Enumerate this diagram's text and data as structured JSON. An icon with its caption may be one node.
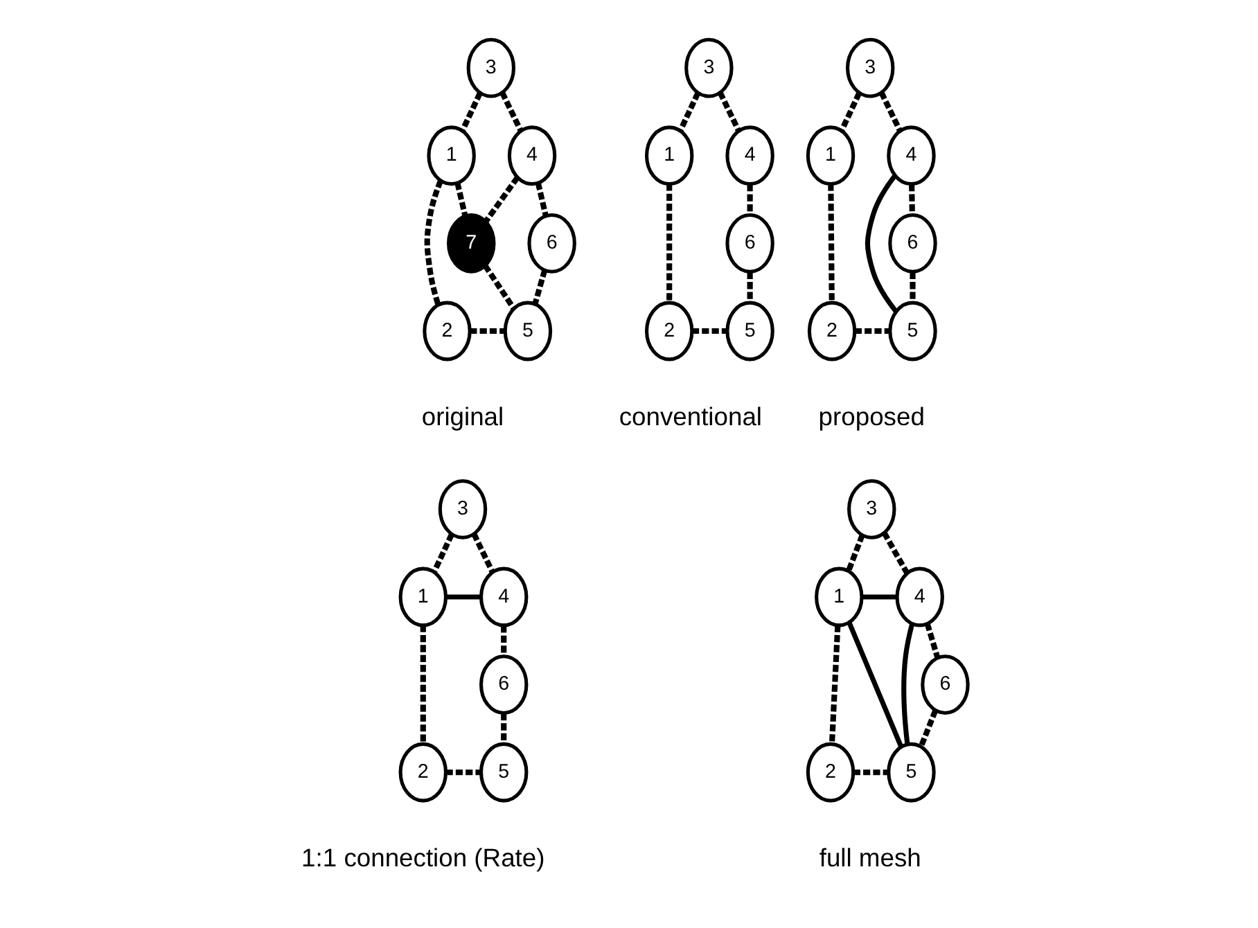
{
  "diagram": {
    "nodes": [
      {
        "text": [
          "1"
        ]
      },
      {
        "text": [
          "2"
        ]
      },
      {
        "text": [
          "3"
        ]
      },
      {
        "text": [
          "4"
        ]
      },
      {
        "text": [
          "5"
        ]
      },
      {
        "text": [
          "6"
        ]
      },
      {
        "text": [
          "7"
        ]
      },
      {
        "text": [
          "1"
        ]
      },
      {
        "text": [
          "2"
        ]
      },
      {
        "text": [
          "3"
        ]
      },
      {
        "text": [
          "4"
        ]
      },
      {
        "text": [
          "5"
        ]
      },
      {
        "text": [
          "6"
        ]
      },
      {
        "text": [
          "1"
        ]
      },
      {
        "text": [
          "2"
        ]
      },
      {
        "text": [
          "3"
        ]
      },
      {
        "text": [
          "4"
        ]
      },
      {
        "text": [
          "5"
        ]
      },
      {
        "text": [
          "6"
        ]
      },
      {
        "text": [
          "1"
        ]
      },
      {
        "text": [
          "2"
        ]
      },
      {
        "text": [
          "3"
        ]
      },
      {
        "text": [
          "4"
        ]
      },
      {
        "text": [
          "5"
        ]
      },
      {
        "text": [
          "6"
        ]
      },
      {
        "text": [
          "1"
        ]
      },
      {
        "text": [
          "2"
        ]
      },
      {
        "text": [
          "3"
        ]
      },
      {
        "text": [
          "4"
        ]
      },
      {
        "text": [
          "5"
        ]
      },
      {
        "text": [
          "6"
        ]
      }
    ],
    "edges": [
      {
        "from": 2,
        "to": 0,
        "arrow": "none",
        "style": "dashed"
      },
      {
        "from": 2,
        "to": 3,
        "arrow": "none",
        "style": "dashed"
      },
      {
        "from": 0,
        "to": 6,
        "arrow": "none",
        "style": "dashed"
      },
      {
        "from": 3,
        "to": 6,
        "arrow": "none",
        "style": "dashed"
      },
      {
        "from": 0,
        "to": 1,
        "arrow": "none",
        "style": "dashed"
      },
      {
        "from": 6,
        "to": 4,
        "arrow": "none",
        "style": "dashed"
      },
      {
        "from": 3,
        "to": 5,
        "arrow": "none",
        "style": "dashed"
      },
      {
        "from": 5,
        "to": 4,
        "arrow": "none",
        "style": "dashed"
      },
      {
        "from": 1,
        "to": 4,
        "arrow": "none",
        "style": "dashed"
      },
      {
        "from": 9,
        "to": 7,
        "arrow": "none",
        "style": "dashed"
      },
      {
        "from": 9,
        "to": 10,
        "arrow": "none",
        "style": "dashed"
      },
      {
        "from": 7,
        "to": 8,
        "arrow": "none",
        "style": "dashed"
      },
      {
        "from": 10,
        "to": 12,
        "arrow": "none",
        "style": "dashed"
      },
      {
        "from": 12,
        "to": 11,
        "arrow": "none",
        "style": "dashed"
      },
      {
        "from": 8,
        "to": 11,
        "arrow": "none",
        "style": "dashed"
      },
      {
        "from": 15,
        "to": 13,
        "arrow": "none",
        "style": "dashed"
      },
      {
        "from": 15,
        "to": 16,
        "arrow": "none",
        "style": "dashed"
      },
      {
        "from": 13,
        "to": 14,
        "arrow": "none",
        "style": "dashed"
      },
      {
        "from": 16,
        "to": 18,
        "arrow": "none",
        "style": "dashed"
      },
      {
        "from": 18,
        "to": 17,
        "arrow": "none",
        "style": "dashed"
      },
      {
        "from": 14,
        "to": 17,
        "arrow": "none",
        "style": "dashed"
      },
      {
        "from": 16,
        "to": 17,
        "arrow": "none"
      },
      {
        "from": 21,
        "to": 19,
        "arrow": "none",
        "style": "dashed"
      },
      {
        "from": 21,
        "to": 22,
        "arrow": "none",
        "style": "dashed"
      },
      {
        "from": 19,
        "to": 20,
        "arrow": "none",
        "style": "dashed"
      },
      {
        "from": 22,
        "to": 24,
        "arrow": "none",
        "style": "dashed"
      },
      {
        "from": 24,
        "to": 23,
        "arrow": "none",
        "style": "dashed"
      },
      {
        "from": 20,
        "to": 23,
        "arrow": "none",
        "style": "dashed"
      },
      {
        "from": 19,
        "to": 22,
        "arrow": "none"
      },
      {
        "from": 27,
        "to": 25,
        "arrow": "none",
        "style": "dashed"
      },
      {
        "from": 27,
        "to": 28,
        "arrow": "none",
        "style": "dashed"
      },
      {
        "from": 25,
        "to": 26,
        "arrow": "none",
        "style": "dashed"
      },
      {
        "from": 28,
        "to": 30,
        "arrow": "none",
        "style": "dashed"
      },
      {
        "from": 30,
        "to": 29,
        "arrow": "none",
        "style": "dashed"
      },
      {
        "from": 26,
        "to": 29,
        "arrow": "none",
        "style": "dashed"
      },
      {
        "from": 25,
        "to": 28,
        "arrow": "none"
      },
      {
        "from": 25,
        "to": 29,
        "arrow": "none"
      },
      {
        "from": 28,
        "to": 29,
        "arrow": "none"
      }
    ],
    "labels": [
      "original",
      "conventional",
      "proposed",
      "1:1 connection (Rate)",
      "full mesh"
    ]
  }
}
